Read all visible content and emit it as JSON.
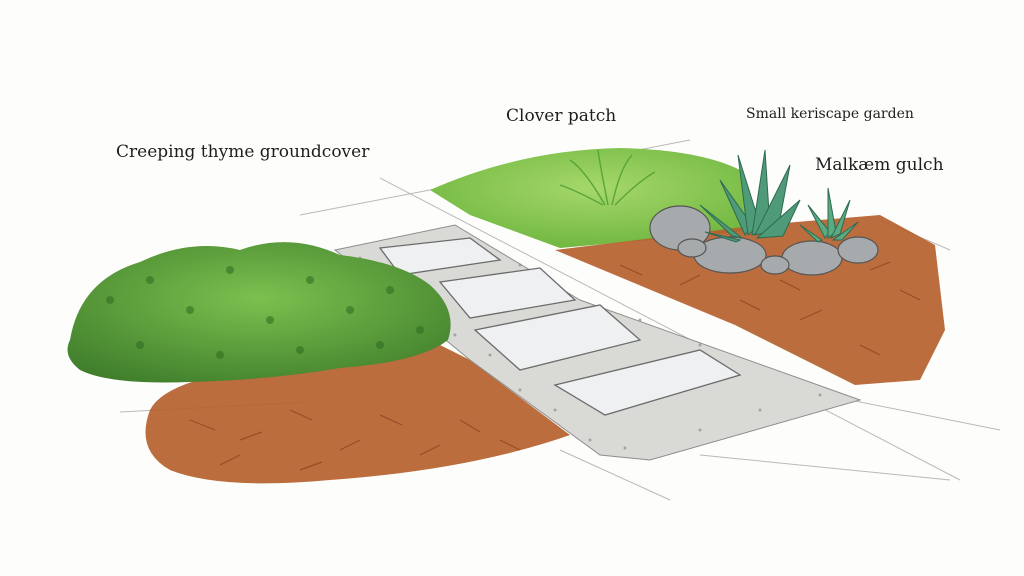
{
  "labels": {
    "thyme": "Creeping thyme groundcover",
    "clover": "Clover patch",
    "xeriscape": "Small keriscape garden",
    "mulch": "Malkæm gulch"
  },
  "colors": {
    "background": "#fdfdfc",
    "mulch": "#b5612e",
    "clover": "#7cc24a",
    "thyme": "#4f8f34",
    "gravel": "#d9d9d6",
    "stone": "#eef0f1",
    "rock": "#a7aaac",
    "succulent": "#4f9a78"
  }
}
